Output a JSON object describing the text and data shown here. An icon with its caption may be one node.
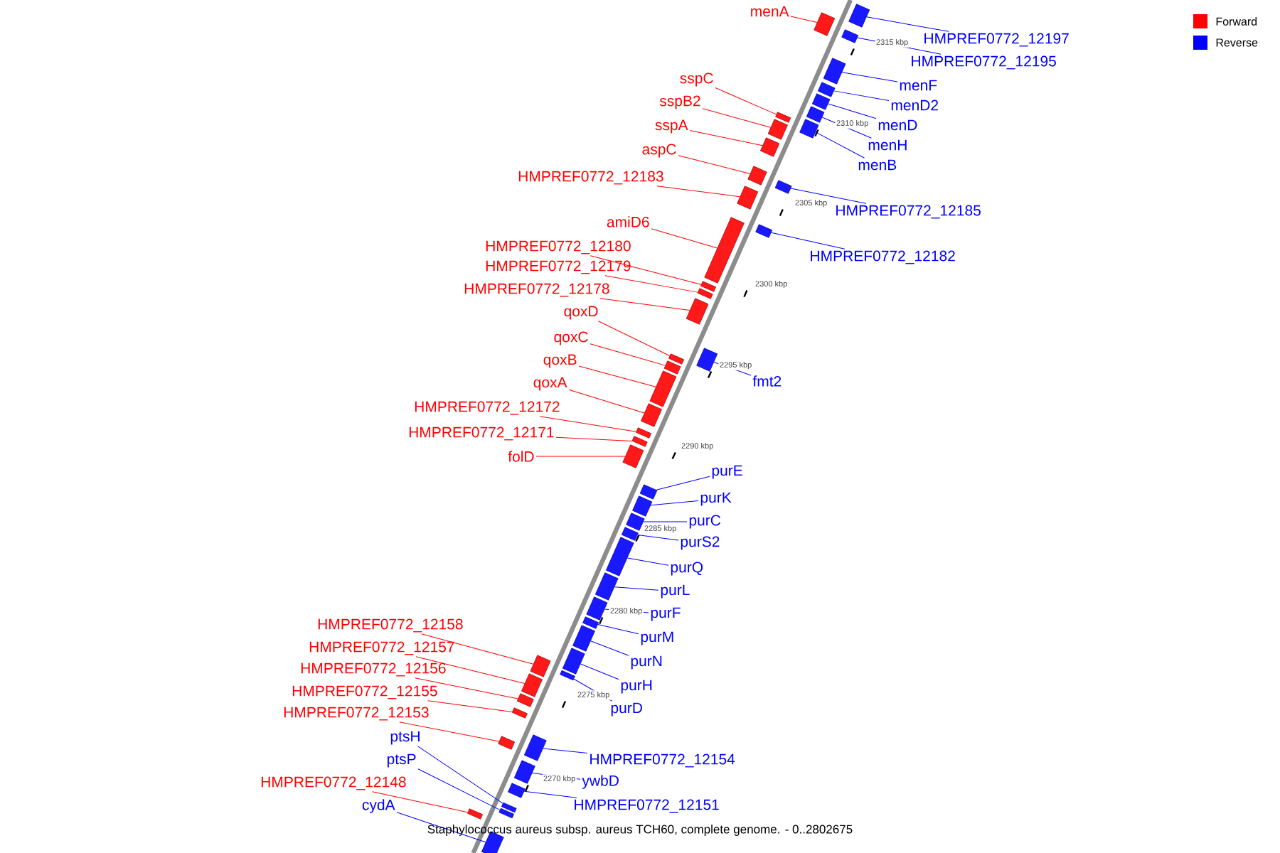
{
  "diagram": {
    "caption": "Staphylococcus aureus subsp. aureus TCH60, complete genome. - 0..2802675",
    "nodes": [
      {
        "text": [
          "menA"
        ]
      },
      {
        "text": [],
        "shape": "bar"
      },
      {
        "text": [
          "HMPREF0772_12197"
        ]
      },
      {
        "text": [],
        "shape": "bar"
      },
      {
        "text": [
          "HMPREF0772_12195"
        ]
      },
      {
        "text": [],
        "shape": "bar"
      },
      {
        "text": [
          "menF"
        ]
      },
      {
        "text": [],
        "shape": "bar"
      },
      {
        "text": [
          "menD2"
        ]
      },
      {
        "text": [],
        "shape": "bar"
      },
      {
        "text": [
          "menD"
        ]
      },
      {
        "text": [],
        "shape": "bar"
      },
      {
        "text": [
          "menH"
        ]
      },
      {
        "text": [],
        "shape": "bar"
      },
      {
        "text": [
          "menB"
        ]
      },
      {
        "text": [],
        "shape": "bar"
      },
      {
        "text": [
          "sspC"
        ]
      },
      {
        "text": [],
        "shape": "bar"
      },
      {
        "text": [
          "sspB2"
        ]
      },
      {
        "text": [],
        "shape": "bar"
      },
      {
        "text": [
          "sspA"
        ]
      },
      {
        "text": [],
        "shape": "bar"
      },
      {
        "text": [
          "aspC"
        ]
      },
      {
        "text": [],
        "shape": "bar"
      },
      {
        "text": [
          "HMPREF0772_12183"
        ]
      },
      {
        "text": [],
        "shape": "bar"
      },
      {
        "text": [
          "HMPREF0772_12185"
        ]
      },
      {
        "text": [],
        "shape": "bar"
      },
      {
        "text": [
          "amiD6"
        ]
      },
      {
        "text": [],
        "shape": "bar"
      },
      {
        "text": [
          "HMPREF0772_12182"
        ]
      },
      {
        "text": [],
        "shape": "bar"
      },
      {
        "text": [
          "HMPREF0772_12180"
        ]
      },
      {
        "text": [],
        "shape": "bar"
      },
      {
        "text": [
          "HMPREF0772_12179"
        ]
      },
      {
        "text": [],
        "shape": "bar"
      },
      {
        "text": [
          "HMPREF0772_12178"
        ]
      },
      {
        "text": [],
        "shape": "bar"
      },
      {
        "text": [
          "qoxD"
        ]
      },
      {
        "text": [],
        "shape": "bar"
      },
      {
        "text": [
          "qoxC"
        ]
      },
      {
        "text": [],
        "shape": "bar"
      },
      {
        "text": [
          "qoxB"
        ]
      },
      {
        "text": [],
        "shape": "bar"
      },
      {
        "text": [
          "fmt2"
        ]
      },
      {
        "text": [],
        "shape": "bar"
      },
      {
        "text": [
          "qoxA"
        ]
      },
      {
        "text": [],
        "shape": "bar"
      },
      {
        "text": [
          "HMPREF0772_12172"
        ]
      },
      {
        "text": [],
        "shape": "bar"
      },
      {
        "text": [
          "HMPREF0772_12171"
        ]
      },
      {
        "text": [],
        "shape": "bar"
      },
      {
        "text": [
          "folD"
        ]
      },
      {
        "text": [],
        "shape": "bar"
      },
      {
        "text": [
          "purE"
        ]
      },
      {
        "text": [],
        "shape": "bar"
      },
      {
        "text": [
          "purK"
        ]
      },
      {
        "text": [],
        "shape": "bar"
      },
      {
        "text": [
          "purC"
        ]
      },
      {
        "text": [],
        "shape": "bar"
      },
      {
        "text": [
          "purS2"
        ]
      },
      {
        "text": [],
        "shape": "bar"
      },
      {
        "text": [
          "purQ"
        ]
      },
      {
        "text": [],
        "shape": "bar"
      },
      {
        "text": [
          "purL"
        ]
      },
      {
        "text": [],
        "shape": "bar"
      },
      {
        "text": [
          "purF"
        ]
      },
      {
        "text": [],
        "shape": "bar"
      },
      {
        "text": [
          "purM"
        ]
      },
      {
        "text": [],
        "shape": "bar"
      },
      {
        "text": [
          "purN"
        ]
      },
      {
        "text": [],
        "shape": "bar"
      },
      {
        "text": [
          "purH"
        ]
      },
      {
        "text": [],
        "shape": "bar"
      },
      {
        "text": [
          "purD"
        ]
      },
      {
        "text": [],
        "shape": "bar"
      },
      {
        "text": [
          "HMPREF0772_12158"
        ]
      },
      {
        "text": [],
        "shape": "bar"
      },
      {
        "text": [
          "HMPREF0772_12157"
        ]
      },
      {
        "text": [],
        "shape": "bar"
      },
      {
        "text": [
          "HMPREF0772_12156"
        ]
      },
      {
        "text": [],
        "shape": "bar"
      },
      {
        "text": [
          "HMPREF0772_12155"
        ]
      },
      {
        "text": [],
        "shape": "bar"
      },
      {
        "text": [
          "HMPREF0772_12153"
        ]
      },
      {
        "text": [],
        "shape": "bar"
      },
      {
        "text": [
          "HMPREF0772_12154"
        ]
      },
      {
        "text": [],
        "shape": "bar"
      },
      {
        "text": [
          "ptsH"
        ]
      },
      {
        "text": [],
        "shape": "bar"
      },
      {
        "text": [
          "ywbD"
        ]
      },
      {
        "text": [],
        "shape": "bar"
      },
      {
        "text": [
          "ptsP"
        ]
      },
      {
        "text": [],
        "shape": "bar"
      },
      {
        "text": [
          "HMPREF0772_12151"
        ]
      },
      {
        "text": [],
        "shape": "bar"
      },
      {
        "text": [
          "HMPREF0772_12148"
        ]
      },
      {
        "text": [],
        "shape": "bar"
      },
      {
        "text": [
          "cydA"
        ]
      },
      {
        "text": [],
        "shape": "bar"
      }
    ],
    "edges": [
      {
        "from": 0,
        "to": 1,
        "arrow": "none",
        "color": "#ff0000"
      },
      {
        "from": 2,
        "to": 3,
        "arrow": "none",
        "color": "#0000ff"
      },
      {
        "from": 4,
        "to": 5,
        "arrow": "none",
        "color": "#0000ff"
      },
      {
        "from": 6,
        "to": 7,
        "arrow": "none",
        "color": "#0000ff"
      },
      {
        "from": 8,
        "to": 9,
        "arrow": "none",
        "color": "#0000ff"
      },
      {
        "from": 10,
        "to": 11,
        "arrow": "none",
        "color": "#0000ff"
      },
      {
        "from": 12,
        "to": 13,
        "arrow": "none",
        "color": "#0000ff"
      },
      {
        "from": 14,
        "to": 15,
        "arrow": "none",
        "color": "#0000ff"
      },
      {
        "from": 16,
        "to": 17,
        "arrow": "none",
        "color": "#ff0000"
      },
      {
        "from": 18,
        "to": 19,
        "arrow": "none",
        "color": "#ff0000"
      },
      {
        "from": 20,
        "to": 21,
        "arrow": "none",
        "color": "#ff0000"
      },
      {
        "from": 22,
        "to": 23,
        "arrow": "none",
        "color": "#ff0000"
      },
      {
        "from": 24,
        "to": 25,
        "arrow": "none",
        "color": "#ff0000"
      },
      {
        "from": 26,
        "to": 27,
        "arrow": "none",
        "color": "#0000ff"
      },
      {
        "from": 28,
        "to": 29,
        "arrow": "none",
        "color": "#ff0000"
      },
      {
        "from": 30,
        "to": 31,
        "arrow": "none",
        "color": "#0000ff"
      },
      {
        "from": 32,
        "to": 33,
        "arrow": "none",
        "color": "#ff0000"
      },
      {
        "from": 34,
        "to": 35,
        "arrow": "none",
        "color": "#ff0000"
      },
      {
        "from": 36,
        "to": 37,
        "arrow": "none",
        "color": "#ff0000"
      },
      {
        "from": 38,
        "to": 39,
        "arrow": "none",
        "color": "#ff0000"
      },
      {
        "from": 40,
        "to": 41,
        "arrow": "none",
        "color": "#ff0000"
      },
      {
        "from": 42,
        "to": 43,
        "arrow": "none",
        "color": "#ff0000"
      },
      {
        "from": 44,
        "to": 45,
        "arrow": "none",
        "color": "#0000ff"
      },
      {
        "from": 46,
        "to": 47,
        "arrow": "none",
        "color": "#ff0000"
      },
      {
        "from": 48,
        "to": 49,
        "arrow": "none",
        "color": "#ff0000"
      },
      {
        "from": 50,
        "to": 51,
        "arrow": "none",
        "color": "#ff0000"
      },
      {
        "from": 52,
        "to": 53,
        "arrow": "none",
        "color": "#ff0000"
      },
      {
        "from": 54,
        "to": 55,
        "arrow": "none",
        "color": "#0000ff"
      },
      {
        "from": 56,
        "to": 57,
        "arrow": "none",
        "color": "#0000ff"
      },
      {
        "from": 58,
        "to": 59,
        "arrow": "none",
        "color": "#0000ff"
      },
      {
        "from": 60,
        "to": 61,
        "arrow": "none",
        "color": "#0000ff"
      },
      {
        "from": 62,
        "to": 63,
        "arrow": "none",
        "color": "#0000ff"
      },
      {
        "from": 64,
        "to": 65,
        "arrow": "none",
        "color": "#0000ff"
      },
      {
        "from": 66,
        "to": 67,
        "arrow": "none",
        "color": "#0000ff"
      },
      {
        "from": 68,
        "to": 69,
        "arrow": "none",
        "color": "#0000ff"
      },
      {
        "from": 70,
        "to": 71,
        "arrow": "none",
        "color": "#0000ff"
      },
      {
        "from": 72,
        "to": 73,
        "arrow": "none",
        "color": "#0000ff"
      },
      {
        "from": 74,
        "to": 75,
        "arrow": "none",
        "color": "#0000ff"
      },
      {
        "from": 76,
        "to": 77,
        "arrow": "none",
        "color": "#ff0000"
      },
      {
        "from": 78,
        "to": 79,
        "arrow": "none",
        "color": "#ff0000"
      },
      {
        "from": 80,
        "to": 81,
        "arrow": "none",
        "color": "#ff0000"
      },
      {
        "from": 82,
        "to": 83,
        "arrow": "none",
        "color": "#ff0000"
      },
      {
        "from": 84,
        "to": 85,
        "arrow": "none",
        "color": "#ff0000"
      },
      {
        "from": 86,
        "to": 87,
        "arrow": "none",
        "color": "#0000ff"
      },
      {
        "from": 88,
        "to": 89,
        "arrow": "none",
        "color": "#0000ff"
      },
      {
        "from": 90,
        "to": 91,
        "arrow": "none",
        "color": "#0000ff"
      },
      {
        "from": 92,
        "to": 93,
        "arrow": "none",
        "color": "#0000ff"
      },
      {
        "from": 94,
        "to": 95,
        "arrow": "none",
        "color": "#0000ff"
      },
      {
        "from": 96,
        "to": 97,
        "arrow": "none",
        "color": "#ff0000"
      },
      {
        "from": 98,
        "to": 99,
        "arrow": "none",
        "color": "#0000ff"
      }
    ],
    "labels": [
      "2315 kbp",
      "2310 kbp",
      "2305 kbp",
      "2300 kbp",
      "2295 kbp",
      "2290 kbp",
      "2285 kbp",
      "2280 kbp",
      "2275 kbp",
      "2270 kbp"
    ],
    "legend": [
      {
        "text": "Forward",
        "color": "#ff0000"
      },
      {
        "text": "Reverse",
        "color": "#0000ff"
      }
    ]
  }
}
